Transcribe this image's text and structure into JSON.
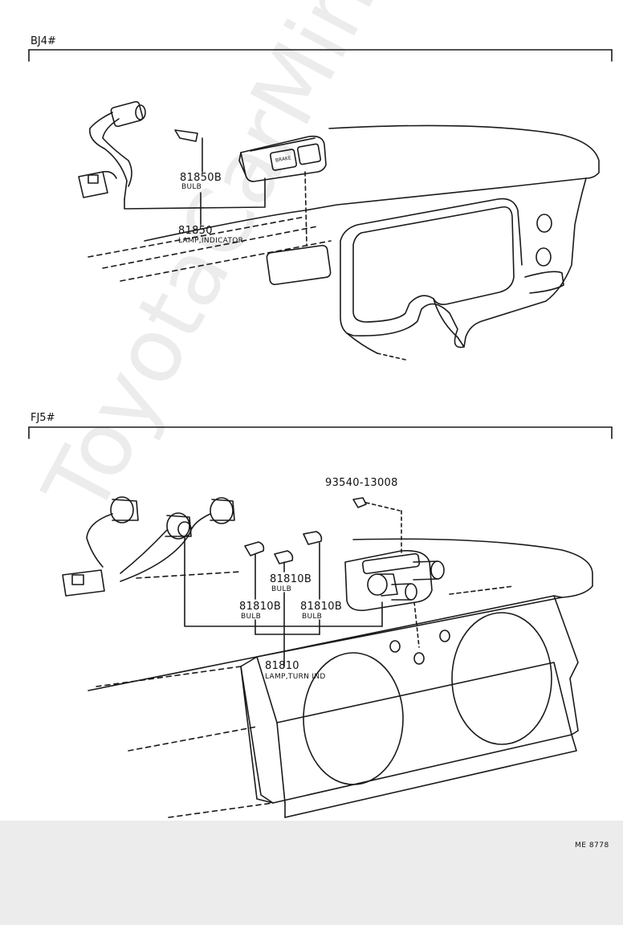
{
  "watermark": "ToyotaCarMine.ru",
  "top": {
    "section_label": "BJ4#",
    "bulb_part": "81850B",
    "bulb_desc": "BULB",
    "lamp_part": "81850",
    "lamp_desc": "LAMP,INDICATOR",
    "lamp_face_text": "BRAKE"
  },
  "bottom": {
    "section_label": "FJ5#",
    "screw_part": "93540-13008",
    "bulb_center_part": "81810B",
    "bulb_center_desc": "BULB",
    "bulb_left_part": "81810B",
    "bulb_left_desc": "BULB",
    "bulb_right_part": "81810B",
    "bulb_right_desc": "BULB",
    "lamp_part": "81810",
    "lamp_desc": "LAMP,TURN IND"
  },
  "footer_ref": "ME 8778"
}
